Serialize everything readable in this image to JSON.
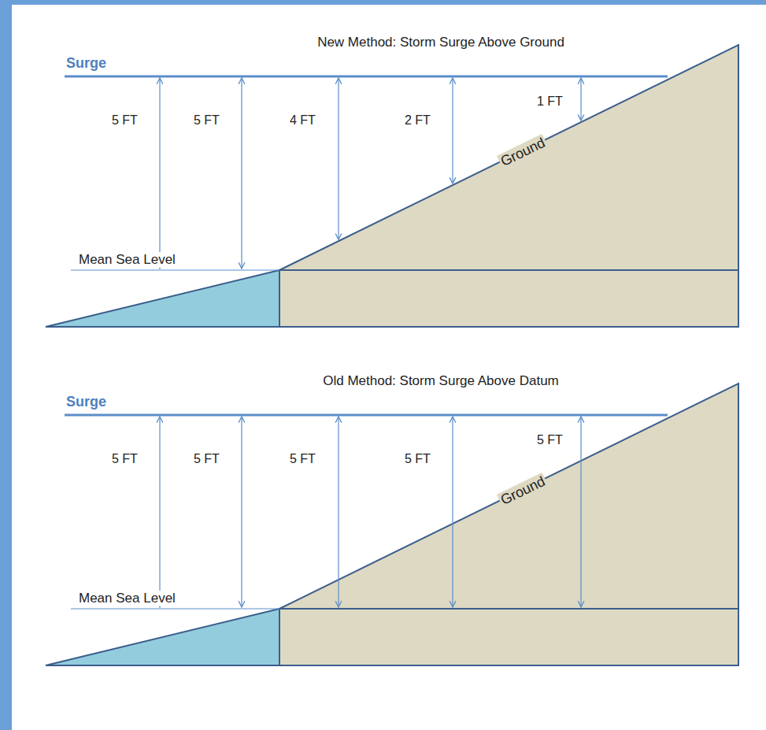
{
  "diagram": {
    "labels": [
      "New Method: Storm Surge Above Ground",
      "Surge",
      "5 FT",
      "5 FT",
      "4 FT",
      "2 FT",
      "1 FT",
      "Ground",
      "Mean Sea Level",
      "Old Method: Storm Surge Above Datum",
      "Surge",
      "5 FT",
      "5 FT",
      "5 FT",
      "5 FT",
      "5 FT",
      "Ground",
      "Mean Sea Level"
    ]
  }
}
